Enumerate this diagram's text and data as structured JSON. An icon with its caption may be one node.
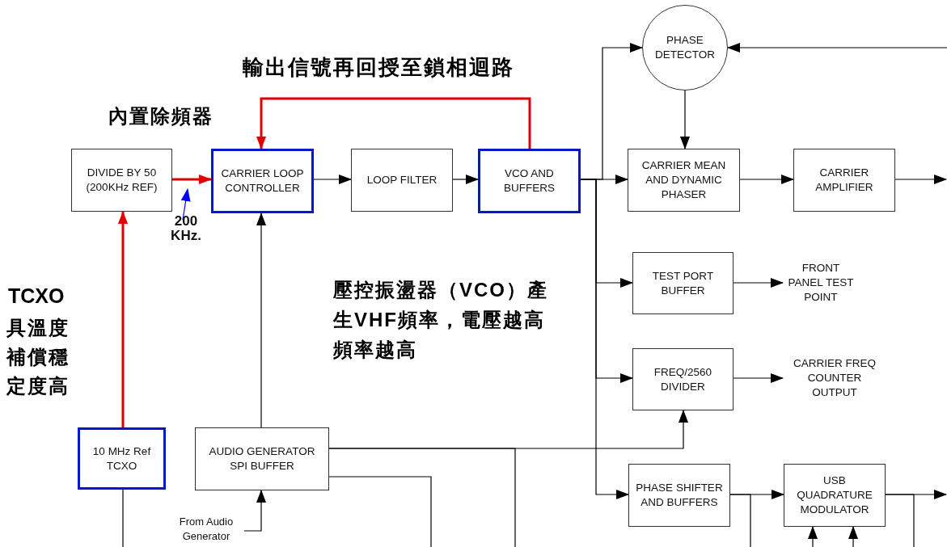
{
  "diagram": {
    "nodes": [
      {
        "text": [
          "DIVIDE BY 50 (200KHz REF)"
        ]
      },
      {
        "text": [
          "CARRIER LOOP CONTROLLER"
        ]
      },
      {
        "text": [
          "LOOP FILTER"
        ]
      },
      {
        "text": [
          "VCO AND BUFFERS"
        ]
      },
      {
        "text": [
          "PHASE DETECTOR"
        ]
      },
      {
        "text": [
          "CARRIER MEAN AND DYNAMIC PHASER"
        ]
      },
      {
        "text": [
          "CARRIER AMPLIFIER"
        ]
      },
      {
        "text": [
          "TEST PORT BUFFER"
        ]
      },
      {
        "text": [
          "FRONT PANEL TEST POINT"
        ]
      },
      {
        "text": [
          "FREQ/2560 DIVIDER"
        ]
      },
      {
        "text": [
          "CARRIER FREQ COUNTER OUTPUT"
        ]
      },
      {
        "text": [
          "PHASE SHIFTER AND BUFFERS"
        ]
      },
      {
        "text": [
          "USB QUADRATURE MODULATOR"
        ]
      },
      {
        "text": [
          "10 MHz Ref TCXO"
        ]
      },
      {
        "text": [
          "AUDIO GENERATOR SPI BUFFER"
        ]
      },
      {
        "text": [
          "From Audio Generator"
        ]
      },
      {
        "text": [
          "200 KHz."
        ]
      }
    ],
    "edges": [
      {
        "from": 13,
        "to": 0,
        "arrow": "to",
        "style": "thick",
        "color": "#e00000"
      },
      {
        "from": 0,
        "to": 1,
        "arrow": "to",
        "style": "thick",
        "color": "#e00000"
      },
      {
        "from": 3,
        "to": 1,
        "arrow": "to",
        "style": "thick",
        "color": "#e00000"
      },
      {
        "from": 1,
        "to": 2,
        "arrow": "to"
      },
      {
        "from": 2,
        "to": 3,
        "arrow": "to"
      },
      {
        "from": 3,
        "to": 4,
        "arrow": "to"
      },
      {
        "from": 3,
        "to": 5,
        "arrow": "to"
      },
      {
        "from": 3,
        "to": 7,
        "arrow": "to"
      },
      {
        "from": 3,
        "to": 9,
        "arrow": "to"
      },
      {
        "from": 3,
        "to": 11,
        "arrow": "to"
      },
      {
        "from": 4,
        "to": 5,
        "arrow": "to"
      },
      {
        "from": null,
        "to": 4,
        "arrow": "to"
      },
      {
        "from": 5,
        "to": 6,
        "arrow": "to"
      },
      {
        "from": 6,
        "to": null,
        "arrow": "to"
      },
      {
        "from": 7,
        "to": 8,
        "arrow": "to"
      },
      {
        "from": 9,
        "to": 10,
        "arrow": "to"
      },
      {
        "from": 14,
        "to": 1,
        "arrow": "to"
      },
      {
        "from": 14,
        "to": 9,
        "arrow": "to"
      },
      {
        "from": 11,
        "to": 12,
        "arrow": "to"
      },
      {
        "from": 12,
        "to": null,
        "arrow": "to"
      },
      {
        "from": 15,
        "to": 14,
        "arrow": "to"
      },
      {
        "from": 16,
        "to": null,
        "arrow": "to",
        "color": "#0000ff"
      },
      {
        "from": 13,
        "to": null,
        "arrow": "none"
      },
      {
        "from": 14,
        "to": null,
        "arrow": "none"
      },
      {
        "from": 14,
        "to": null,
        "arrow": "none"
      },
      {
        "from": 11,
        "to": null,
        "arrow": "none"
      },
      {
        "from": null,
        "to": 12,
        "arrow": "to"
      },
      {
        "from": null,
        "to": 12,
        "arrow": "to"
      },
      {
        "from": 12,
        "to": null,
        "arrow": "none"
      }
    ],
    "labels": [
      "輸出信號再回授至鎖相迴路",
      "內置除頻器",
      "TCXO",
      "具溫度補償穩定度高",
      "壓控振盪器（**VCO**）產生**VHF**頻率，電壓越高頻率越高"
    ]
  }
}
